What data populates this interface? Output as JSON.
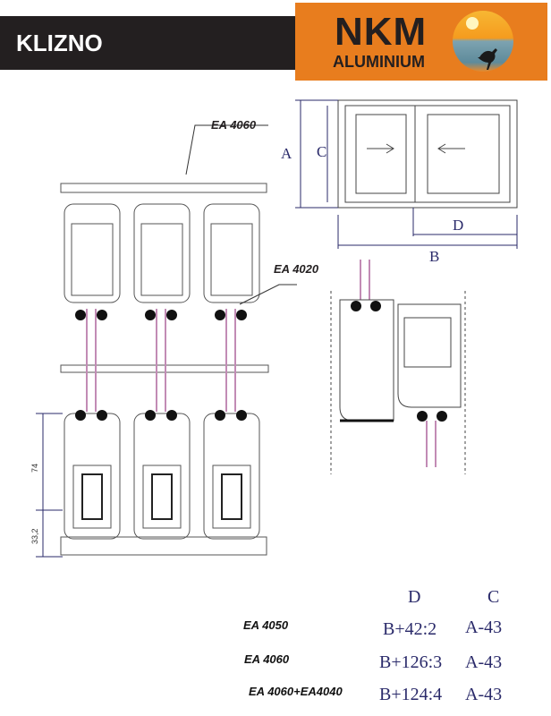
{
  "header": {
    "title": "KLIZNO"
  },
  "logo": {
    "brand": "NKM",
    "subtitle": "ALUMINIUM"
  },
  "drawing": {
    "labels": {
      "top_profile": "EA 4060",
      "side_profile": "EA 4020"
    },
    "dimensions": {
      "a": "A",
      "b": "B",
      "c": "C",
      "d": "D",
      "height_74": "74",
      "height_33": "33,2"
    }
  },
  "table": {
    "headers": {
      "d": "D",
      "c": "C"
    },
    "rows": [
      {
        "name": "EA 4050",
        "d": "B+42:2",
        "c": "A-43"
      },
      {
        "name": "EA 4060",
        "d": "B+126:3",
        "c": "A-43"
      },
      {
        "name": "EA 4060+EA4040",
        "d": "B+124:4",
        "c": "A-43"
      }
    ]
  }
}
